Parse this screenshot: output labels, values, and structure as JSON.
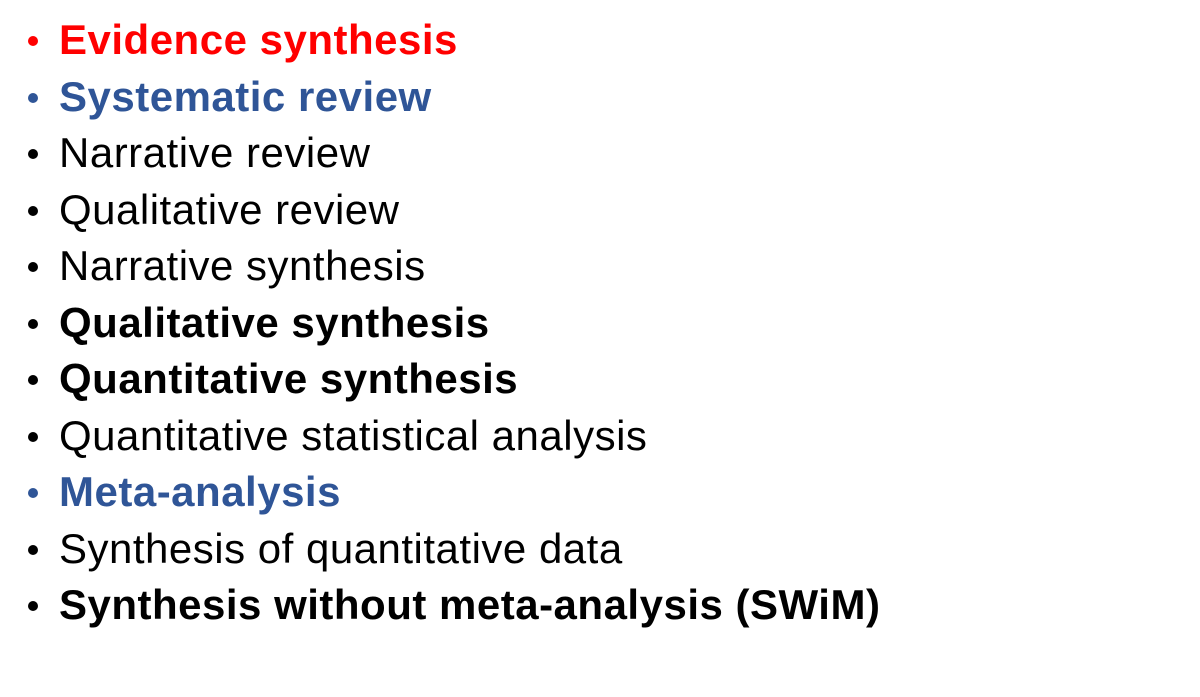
{
  "slide": {
    "items": [
      {
        "text": "Evidence synthesis",
        "weight": "bold",
        "color": "#ff0000"
      },
      {
        "text": "Systematic review",
        "weight": "bold",
        "color": "#2f5597"
      },
      {
        "text": "Narrative review",
        "weight": "normal",
        "color": "#000000"
      },
      {
        "text": "Qualitative review",
        "weight": "normal",
        "color": "#000000"
      },
      {
        "text": "Narrative synthesis",
        "weight": "normal",
        "color": "#000000"
      },
      {
        "text": "Qualitative synthesis",
        "weight": "bold",
        "color": "#000000"
      },
      {
        "text": "Quantitative synthesis",
        "weight": "bold",
        "color": "#000000"
      },
      {
        "text": "Quantitative statistical analysis",
        "weight": "normal",
        "color": "#000000"
      },
      {
        "text": "Meta-analysis",
        "weight": "bold",
        "color": "#2f5597"
      },
      {
        "text": "Synthesis of quantitative data",
        "weight": "normal",
        "color": "#000000"
      },
      {
        "text": "Synthesis without meta-analysis (SWiM)",
        "weight": "bold",
        "color": "#000000"
      }
    ]
  }
}
